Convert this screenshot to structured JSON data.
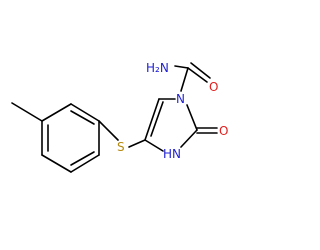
{
  "molecule": {
    "atoms": {
      "amide_nh2": {
        "label": "H₂N",
        "color": "#1f1fd4"
      },
      "amide_o": {
        "label": "O",
        "color": "#e0201e"
      },
      "ring_n": {
        "label": "N",
        "color": "#1f1fd4"
      },
      "ring_o": {
        "label": "O",
        "color": "#e0201e"
      },
      "ring_nh": {
        "label": "HN",
        "color": "#1f1fd4"
      },
      "sulfur": {
        "label": "S",
        "color": "#b58a12"
      }
    },
    "bond_color": "#000000"
  }
}
